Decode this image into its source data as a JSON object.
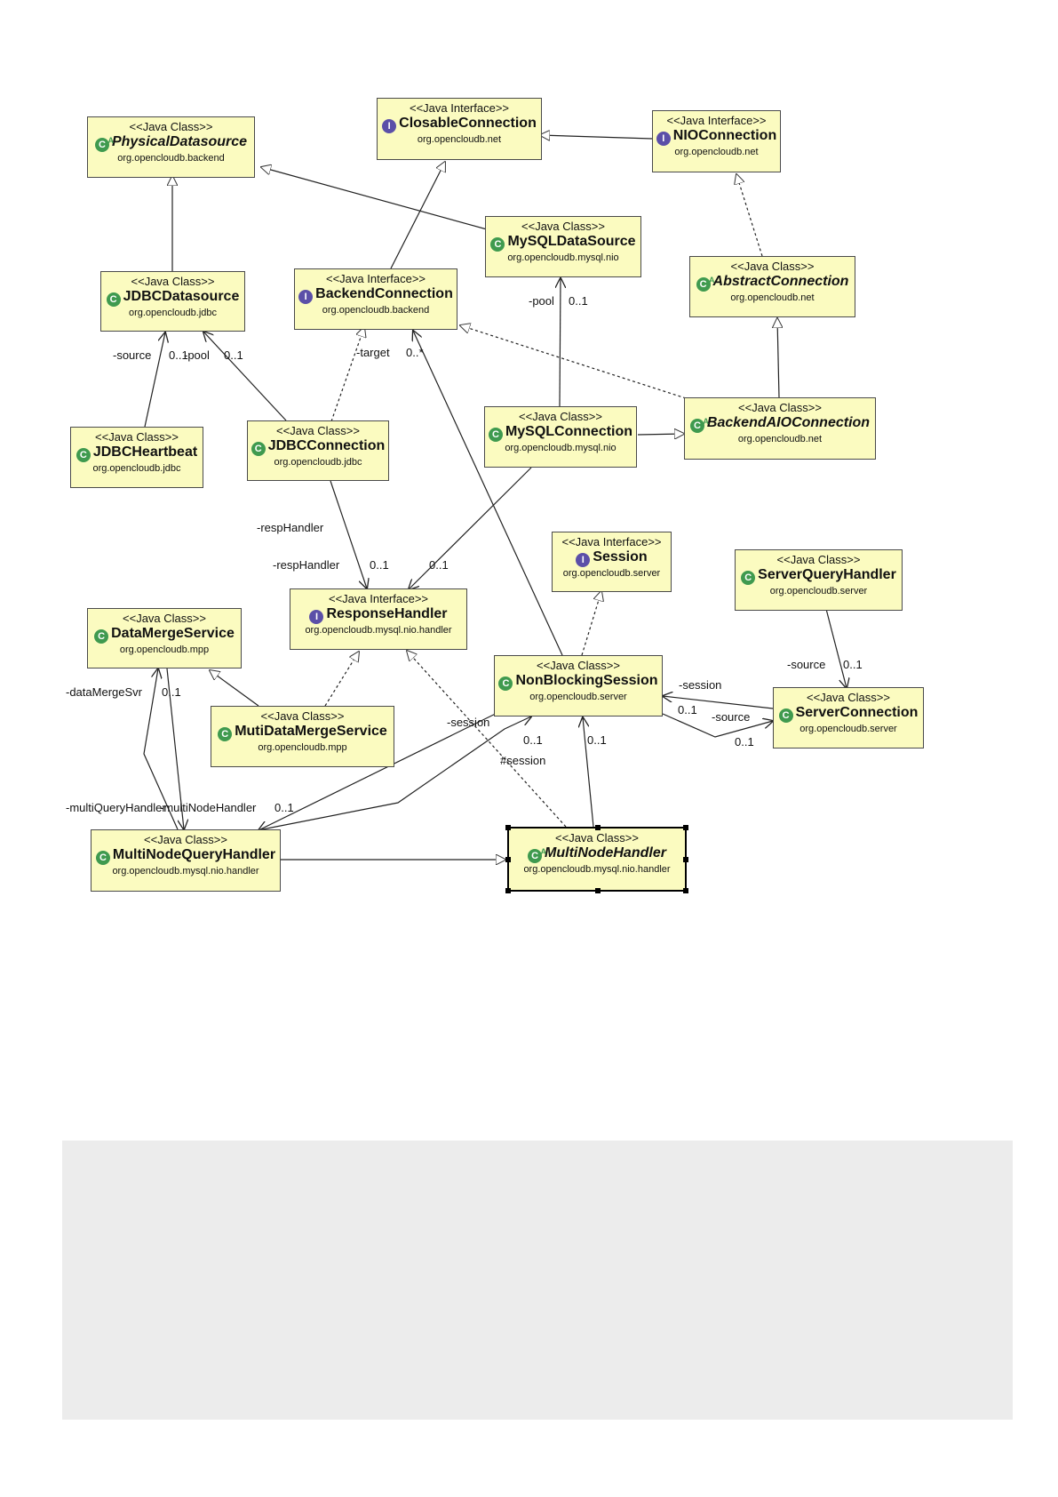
{
  "nodes": [
    {
      "id": "PhysicalDatasource",
      "stereotype": "<<Java Class>>",
      "name": "PhysicalDatasource",
      "package": "org.opencloudb.backend",
      "kind": "abstract-class",
      "icon": "abstract-class-icon"
    },
    {
      "id": "ClosableConnection",
      "stereotype": "<<Java Interface>>",
      "name": "ClosableConnection",
      "package": "org.opencloudb.net",
      "kind": "interface",
      "icon": "interface-icon"
    },
    {
      "id": "NIOConnection",
      "stereotype": "<<Java Interface>>",
      "name": "NIOConnection",
      "package": "org.opencloudb.net",
      "kind": "interface",
      "icon": "interface-icon"
    },
    {
      "id": "MySQLDataSource",
      "stereotype": "<<Java Class>>",
      "name": "MySQLDataSource",
      "package": "org.opencloudb.mysql.nio",
      "kind": "class",
      "icon": "class-icon"
    },
    {
      "id": "AbstractConnection",
      "stereotype": "<<Java Class>>",
      "name": "AbstractConnection",
      "package": "org.opencloudb.net",
      "kind": "abstract-class",
      "icon": "abstract-class-icon"
    },
    {
      "id": "JDBCDatasource",
      "stereotype": "<<Java Class>>",
      "name": "JDBCDatasource",
      "package": "org.opencloudb.jdbc",
      "kind": "class",
      "icon": "class-icon"
    },
    {
      "id": "BackendConnection",
      "stereotype": "<<Java Interface>>",
      "name": "BackendConnection",
      "package": "org.opencloudb.backend",
      "kind": "interface",
      "icon": "interface-icon"
    },
    {
      "id": "BackendAIOConnection",
      "stereotype": "<<Java Class>>",
      "name": "BackendAIOConnection",
      "package": "org.opencloudb.net",
      "kind": "abstract-class",
      "icon": "abstract-class-icon"
    },
    {
      "id": "MySQLConnection",
      "stereotype": "<<Java Class>>",
      "name": "MySQLConnection",
      "package": "org.opencloudb.mysql.nio",
      "kind": "class",
      "icon": "class-icon"
    },
    {
      "id": "JDBCHeartbeat",
      "stereotype": "<<Java Class>>",
      "name": "JDBCHeartbeat",
      "package": "org.opencloudb.jdbc",
      "kind": "class",
      "icon": "class-icon"
    },
    {
      "id": "JDBCConnection",
      "stereotype": "<<Java Class>>",
      "name": "JDBCConnection",
      "package": "org.opencloudb.jdbc",
      "kind": "class",
      "icon": "class-icon"
    },
    {
      "id": "Session",
      "stereotype": "<<Java Interface>>",
      "name": "Session",
      "package": "org.opencloudb.server",
      "kind": "interface",
      "icon": "interface-icon"
    },
    {
      "id": "ServerQueryHandler",
      "stereotype": "<<Java Class>>",
      "name": "ServerQueryHandler",
      "package": "org.opencloudb.server",
      "kind": "class",
      "icon": "class-icon"
    },
    {
      "id": "ResponseHandler",
      "stereotype": "<<Java Interface>>",
      "name": "ResponseHandler",
      "package": "org.opencloudb.mysql.nio.handler",
      "kind": "interface",
      "icon": "interface-icon"
    },
    {
      "id": "DataMergeService",
      "stereotype": "<<Java Class>>",
      "name": "DataMergeService",
      "package": "org.opencloudb.mpp",
      "kind": "class",
      "icon": "class-icon"
    },
    {
      "id": "NonBlockingSession",
      "stereotype": "<<Java Class>>",
      "name": "NonBlockingSession",
      "package": "org.opencloudb.server",
      "kind": "class",
      "icon": "class-icon"
    },
    {
      "id": "ServerConnection",
      "stereotype": "<<Java Class>>",
      "name": "ServerConnection",
      "package": "org.opencloudb.server",
      "kind": "class",
      "icon": "class-icon"
    },
    {
      "id": "MutiDataMergeService",
      "stereotype": "<<Java Class>>",
      "name": "MutiDataMergeService",
      "package": "org.opencloudb.mpp",
      "kind": "class",
      "icon": "class-icon"
    },
    {
      "id": "MultiNodeQueryHandler",
      "stereotype": "<<Java Class>>",
      "name": "MultiNodeQueryHandler",
      "package": "org.opencloudb.mysql.nio.handler",
      "kind": "class",
      "icon": "class-icon"
    },
    {
      "id": "MultiNodeHandler",
      "stereotype": "<<Java Class>>",
      "name": "MultiNodeHandler",
      "package": "org.opencloudb.mysql.nio.handler",
      "kind": "abstract-class",
      "icon": "abstract-class-icon"
    }
  ],
  "labels": {
    "source_jdbc": "-source",
    "mult_source_jdbc": "0..1",
    "pool_jdbc": "-pool",
    "mult_pool_jdbc": "0..1",
    "target": "-target",
    "mult_target": "0..*",
    "pool_mysql": "-pool",
    "mult_pool_mysql": "0..1",
    "resphandler_1": "-respHandler",
    "resphandler_2": "-respHandler",
    "mult_resp_1": "0..1",
    "mult_resp_2": "0..1",
    "session_1": "-session",
    "session_2": "-session",
    "hash_session": "#session",
    "mult_session_a": "0..1",
    "mult_session_b": "0..1",
    "mult_session_c": "0..1",
    "source_server": "-source",
    "mult_source_server": "0..1",
    "source_sqh": "-source",
    "mult_source_sqh": "0..1",
    "datamerge": "-dataMergeSvr",
    "mult_datamerge": "0..1",
    "multiquery": "-multiQueryHandler",
    "multinode": "-multiNodeHandler",
    "mult_multinode": "0..1"
  }
}
